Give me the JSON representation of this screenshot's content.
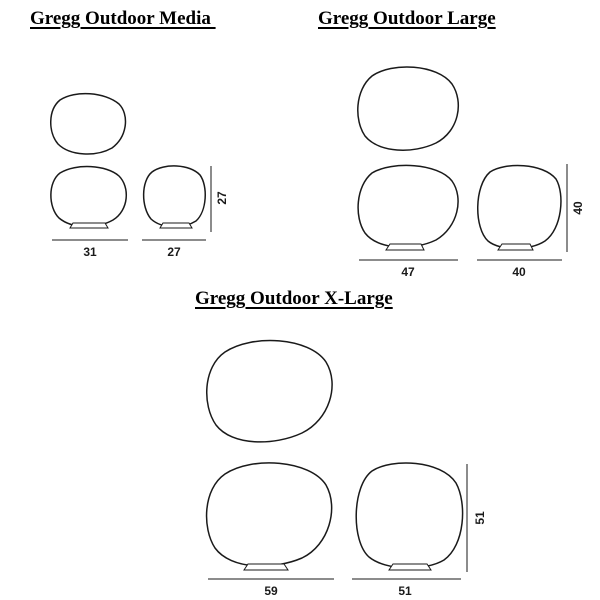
{
  "titles": {
    "media": "Gregg Outdoor Media ",
    "large": "Gregg Outdoor Large",
    "xlarge": "Gregg Outdoor X-Large"
  },
  "dimensions": {
    "media": {
      "width_front": "31",
      "width_side": "27",
      "height": "27"
    },
    "large": {
      "width_front": "47",
      "width_side": "40",
      "height": "40"
    },
    "xlarge": {
      "width_front": "59",
      "width_side": "51",
      "height": "51"
    }
  },
  "colors": {
    "line": "#1a1a1a",
    "background": "#ffffff"
  }
}
